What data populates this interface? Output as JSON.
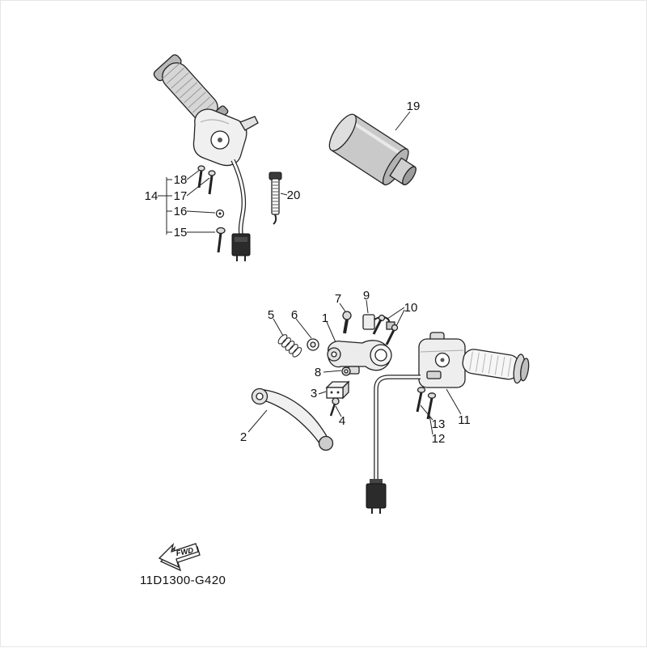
{
  "diagram": {
    "code": "11D1300-G420",
    "fwd_label": "FWD",
    "colors": {
      "line": "#222222",
      "background": "#ffffff",
      "connector": "#2b2b2b"
    },
    "callouts": {
      "c1": "1",
      "c2": "2",
      "c3": "3",
      "c4": "4",
      "c5": "5",
      "c6": "6",
      "c7": "7",
      "c8": "8",
      "c9": "9",
      "c10": "10",
      "c11": "11",
      "c12": "12",
      "c13": "13",
      "c14": "14",
      "c15": "15",
      "c16": "16",
      "c17": "17",
      "c18": "18",
      "c19": "19",
      "c20": "20"
    }
  }
}
